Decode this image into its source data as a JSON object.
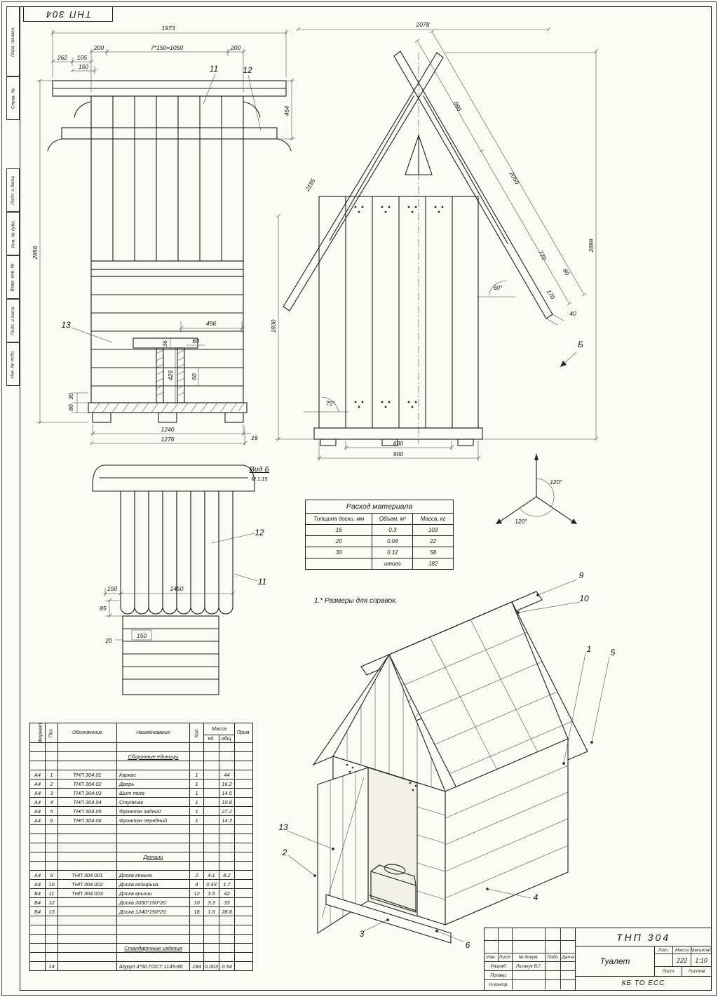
{
  "sheet": {
    "code_top_rotated": "ТНП 304",
    "margin_stamps": [
      "Перв. примен.",
      "Справ. №",
      "Подп. и дата",
      "Инв. № дубл.",
      "Взам. инв. №",
      "Подп. и дата",
      "Инв. № подл."
    ]
  },
  "front_view": {
    "dims": {
      "total_width": "1973",
      "left_200": "200",
      "boards": "7*150=1050",
      "right_200": "200",
      "d262": "262",
      "d105": "105",
      "d150": "150",
      "d454": "454",
      "height": "2856",
      "d496": "496",
      "d36": "36",
      "d60a": "60",
      "d426": "426",
      "d60b": "60",
      "d80": "80",
      "d30": "30",
      "d1240": "1240",
      "d1276": "1276",
      "d16": "16"
    },
    "labels": {
      "p11": "11",
      "p12": "12",
      "p13": "13"
    }
  },
  "side_view": {
    "dims": {
      "top_width": "2078",
      "slope_left": "2185",
      "s880": "880",
      "s2050": "2050",
      "s720": "720",
      "s80": "80",
      "s170": "170",
      "height_right": "2899",
      "height_left": "1830",
      "d40": "40",
      "base_600": "600",
      "base_900": "900"
    },
    "angles": {
      "a60": "60°",
      "a75": "75°"
    },
    "view_label": "Б"
  },
  "view_b": {
    "title": "Вид Б",
    "scale": "М 1:15",
    "labels": {
      "p12": "12",
      "p11": "11"
    },
    "dims": {
      "d150a": "150",
      "d1450": "1450",
      "d85": "85",
      "d20": "20",
      "d150b": "150"
    }
  },
  "material_table": {
    "title": "Расход материала",
    "headers": [
      "Толщина доски, мм",
      "Объем, м³",
      "Масса, кг"
    ],
    "rows": [
      [
        "16",
        "0.3",
        "103"
      ],
      [
        "20",
        "0.04",
        "22"
      ],
      [
        "30",
        "0.12",
        "58"
      ]
    ],
    "total_label": "итого",
    "total_value": "182"
  },
  "note": "1.* Размеры для справок.",
  "axonometry": {
    "angle1": "120°",
    "angle2": "120°"
  },
  "iso_view": {
    "labels": {
      "p9": "9",
      "p10": "10",
      "p1": "1",
      "p5": "5",
      "p13": "13",
      "p2": "2",
      "p4": "4",
      "p3": "3",
      "p6": "6"
    }
  },
  "spec_table": {
    "headers": {
      "format": "Формат",
      "pos": "Поз.",
      "designation": "Обозначение",
      "name": "Наименование",
      "qty": "Кол.",
      "mass": "Масса",
      "mass_unit": "ед.",
      "mass_total": "общ.",
      "note": "Прим."
    },
    "rows": [
      {
        "type": "empty"
      },
      {
        "type": "section",
        "name": "Сборочные единицы"
      },
      {
        "type": "empty"
      },
      {
        "type": "item",
        "format": "А4",
        "pos": "1",
        "designation": "ТНП 304.01",
        "name": "Каркас",
        "qty": "1",
        "mass_unit": "",
        "mass_total": "44",
        "note": ""
      },
      {
        "type": "item",
        "format": "А4",
        "pos": "2",
        "designation": "ТНП 304.02",
        "name": "Дверь",
        "qty": "1",
        "mass_unit": "",
        "mass_total": "16.2",
        "note": ""
      },
      {
        "type": "item",
        "format": "А4",
        "pos": "3",
        "designation": "ТНП 304.03",
        "name": "Щит пола",
        "qty": "1",
        "mass_unit": "",
        "mass_total": "14.5",
        "note": ""
      },
      {
        "type": "item",
        "format": "А4",
        "pos": "4",
        "designation": "ТНП 304.04",
        "name": "Стульчак",
        "qty": "1",
        "mass_unit": "",
        "mass_total": "10.8",
        "note": ""
      },
      {
        "type": "item",
        "format": "А4",
        "pos": "5",
        "designation": "ТНП 304.05",
        "name": "Фронтон задний",
        "qty": "1",
        "mass_unit": "",
        "mass_total": "27.2",
        "note": ""
      },
      {
        "type": "item",
        "format": "А4",
        "pos": "6",
        "designation": "ТНП 304.06",
        "name": "Фронтон передний",
        "qty": "1",
        "mass_unit": "",
        "mass_total": "14.3",
        "note": ""
      },
      {
        "type": "empty"
      },
      {
        "type": "empty"
      },
      {
        "type": "empty"
      },
      {
        "type": "section",
        "name": "Детали"
      },
      {
        "type": "empty"
      },
      {
        "type": "item",
        "format": "А4",
        "pos": "9",
        "designation": "ТНП 304.001",
        "name": "Доска конька",
        "qty": "2",
        "mass_unit": "4.1",
        "mass_total": "8.2",
        "note": ""
      },
      {
        "type": "item",
        "format": "А4",
        "pos": "10",
        "designation": "ТНП 304.002",
        "name": "Доска козырька",
        "qty": "4",
        "mass_unit": "0.43",
        "mass_total": "1.7",
        "note": ""
      },
      {
        "type": "item",
        "format": "Б4",
        "pos": "11",
        "designation": "ТНП 304.003",
        "name": "Доска крыши",
        "qty": "12",
        "mass_unit": "3.5",
        "mass_total": "42",
        "note": ""
      },
      {
        "type": "item",
        "format": "Б4",
        "pos": "12",
        "designation": "",
        "name": "Доска 2050*150*20",
        "qty": "10",
        "mass_unit": "3.3",
        "mass_total": "33",
        "note": ""
      },
      {
        "type": "item",
        "format": "Б4",
        "pos": "13",
        "designation": "",
        "name": "Доска 1240*150*20",
        "qty": "18",
        "mass_unit": "1.6",
        "mass_total": "28.8",
        "note": ""
      },
      {
        "type": "empty"
      },
      {
        "type": "empty"
      },
      {
        "type": "empty"
      },
      {
        "type": "section",
        "name": "Стандартные изделия"
      },
      {
        "type": "empty"
      },
      {
        "type": "item",
        "format": "",
        "pos": "14",
        "designation": "",
        "name": "Шуруп 4*50 ГОСТ 1145-80",
        "qty": "184",
        "mass_unit": "0.003",
        "mass_total": "0.54",
        "note": ""
      }
    ]
  },
  "title_block": {
    "doc_number": "ТНП 304",
    "product_name": "Туалет",
    "header_cells": [
      "Изм.",
      "Лист",
      "№ докум.",
      "Подп.",
      "Дата"
    ],
    "sign_rows": [
      {
        "role": "Разраб.",
        "name": "Лисачук В.Г."
      },
      {
        "role": "Провер.",
        "name": ""
      },
      {
        "role": "Н.контр.",
        "name": ""
      }
    ],
    "lit_label": "Лит.",
    "mass_label": "Масса",
    "scale_label": "Масштаб",
    "mass_value": "222",
    "scale_value": "1:10",
    "sheet_label": "Лист",
    "sheets_label": "Листов",
    "organization": "КБ ТО ЕСС"
  }
}
